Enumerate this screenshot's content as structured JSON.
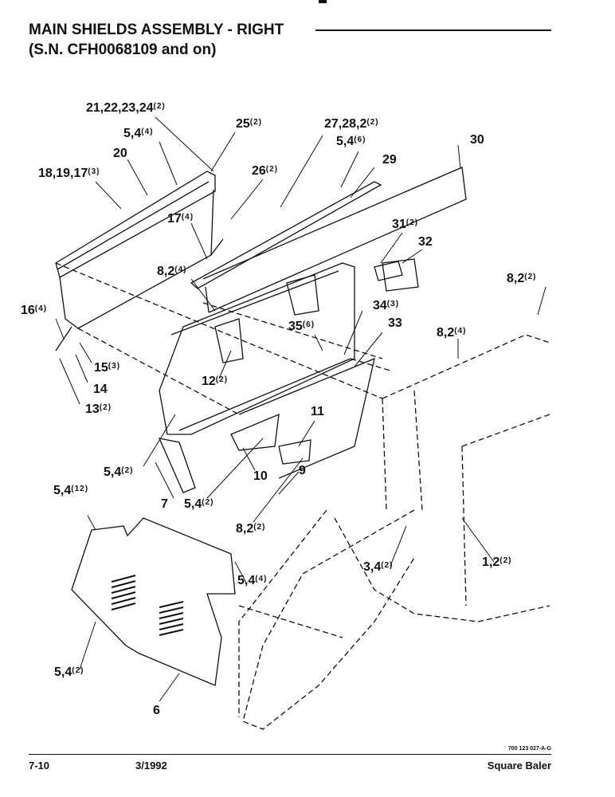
{
  "header": {
    "title_line1": "MAIN SHIELDS ASSEMBLY - RIGHT",
    "title_line2": "(S.N. CFH0068109 and on)"
  },
  "callouts": [
    {
      "id": "c1",
      "num": "21,22,23,24",
      "qty": "(2)"
    },
    {
      "id": "c2",
      "num": "5,4",
      "qty": "(4)"
    },
    {
      "id": "c3",
      "num": "25",
      "qty": "(2)"
    },
    {
      "id": "c4",
      "num": "27,28,2",
      "qty": "(2)"
    },
    {
      "id": "c5",
      "num": "5,4",
      "qty": "(6)"
    },
    {
      "id": "c6",
      "num": "30",
      "qty": ""
    },
    {
      "id": "c7",
      "num": "20",
      "qty": ""
    },
    {
      "id": "c8",
      "num": "18,19,17",
      "qty": "(3)"
    },
    {
      "id": "c9",
      "num": "26",
      "qty": "(2)"
    },
    {
      "id": "c10",
      "num": "29",
      "qty": ""
    },
    {
      "id": "c11",
      "num": "17",
      "qty": "(4)"
    },
    {
      "id": "c12",
      "num": "31",
      "qty": "(2)"
    },
    {
      "id": "c13",
      "num": "32",
      "qty": ""
    },
    {
      "id": "c14",
      "num": "8,2",
      "qty": "(4)"
    },
    {
      "id": "c15",
      "num": "8,2",
      "qty": "(2)"
    },
    {
      "id": "c16",
      "num": "16",
      "qty": "(4)"
    },
    {
      "id": "c17",
      "num": "34",
      "qty": "(3)"
    },
    {
      "id": "c18",
      "num": "35",
      "qty": "(6)"
    },
    {
      "id": "c19",
      "num": "33",
      "qty": ""
    },
    {
      "id": "c20",
      "num": "8,2",
      "qty": "(4)"
    },
    {
      "id": "c21",
      "num": "15",
      "qty": "(3)"
    },
    {
      "id": "c22",
      "num": "12",
      "qty": "(2)"
    },
    {
      "id": "c23",
      "num": "14",
      "qty": ""
    },
    {
      "id": "c24",
      "num": "13",
      "qty": "(2)"
    },
    {
      "id": "c25",
      "num": "11",
      "qty": ""
    },
    {
      "id": "c26",
      "num": "5,4",
      "qty": "(2)"
    },
    {
      "id": "c27",
      "num": "10",
      "qty": ""
    },
    {
      "id": "c28",
      "num": "9",
      "qty": ""
    },
    {
      "id": "c29",
      "num": "5,4",
      "qty": "(12)"
    },
    {
      "id": "c30",
      "num": "7",
      "qty": ""
    },
    {
      "id": "c31",
      "num": "5,4",
      "qty": "(2)"
    },
    {
      "id": "c32",
      "num": "8,2",
      "qty": "(2)"
    },
    {
      "id": "c33",
      "num": "5,4",
      "qty": "(4)"
    },
    {
      "id": "c34",
      "num": "3,4",
      "qty": "(2)"
    },
    {
      "id": "c35",
      "num": "1,2",
      "qty": "(2)"
    },
    {
      "id": "c36",
      "num": "5,4",
      "qty": "(2)"
    },
    {
      "id": "c37",
      "num": "6",
      "qty": ""
    }
  ],
  "figure_number": "700 123 027-A-G",
  "footer": {
    "page": "7-10",
    "date": "3/1992",
    "product": "Square Baler"
  }
}
